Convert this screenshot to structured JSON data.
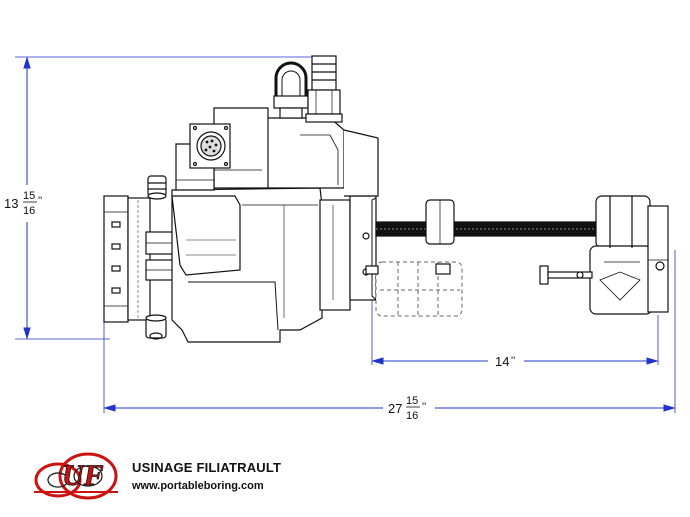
{
  "dimensions": {
    "height": {
      "whole": "13",
      "num": "15",
      "den": "16",
      "unit": "''"
    },
    "stroke": {
      "whole": "14",
      "unit": "''"
    },
    "length": {
      "whole": "27",
      "num": "15",
      "den": "16",
      "unit": "''"
    }
  },
  "brand": {
    "logo_letters": "UF",
    "name": "USINAGE FILIATRAULT",
    "url": "www.portableboring.com"
  },
  "colors": {
    "dimension_line": "#2233cc",
    "outline": "#111111",
    "logo_red": "#cc1111",
    "phantom": "#666666"
  }
}
